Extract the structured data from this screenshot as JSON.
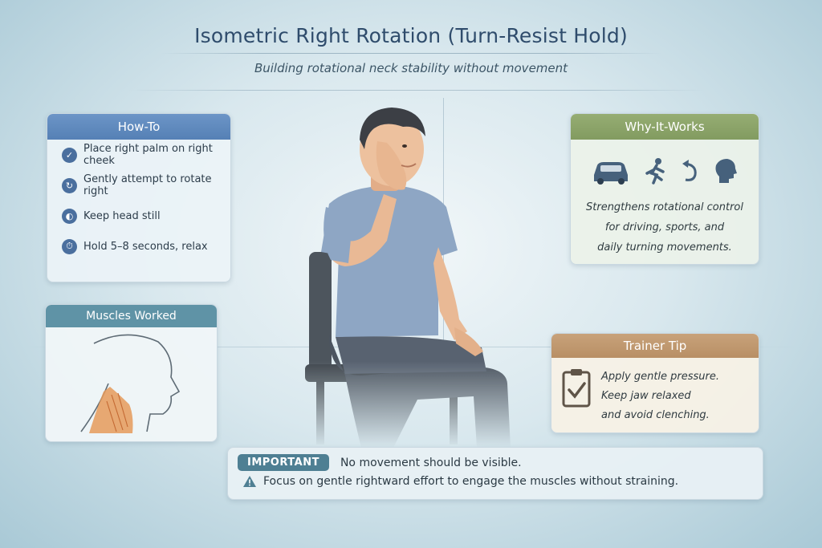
{
  "header": {
    "title": "Isometric Right Rotation (Turn-Resist Hold)",
    "subtitle": "Building rotational neck stability without movement"
  },
  "howto": {
    "title": "How-To",
    "steps": [
      {
        "icon": "check-icon",
        "text": "Place right palm on right cheek"
      },
      {
        "icon": "rotate-icon",
        "text": "Gently attempt to rotate right"
      },
      {
        "icon": "head-still-icon",
        "text": "Keep head still"
      },
      {
        "icon": "timer-icon",
        "text": "Hold 5–8 seconds, relax"
      }
    ]
  },
  "muscles": {
    "title": "Muscles Worked"
  },
  "why": {
    "title": "Why-It-Works",
    "icons": [
      "car-icon",
      "runner-icon",
      "rotate-arrow-icon",
      "head-profile-icon"
    ],
    "lines": [
      "Strengthens rotational control",
      "for driving, sports, and",
      "daily turning movements."
    ]
  },
  "tip": {
    "title": "Trainer Tip",
    "lines": [
      "Apply gentle pressure.",
      "Keep jaw relaxed",
      "and avoid clenching."
    ]
  },
  "important": {
    "badge": "IMPORTANT",
    "line1": "No movement should be visible.",
    "line2": "Focus on gentle rightward effort to engage the muscles without straining."
  },
  "colors": {
    "howto": "#5f88bc",
    "why": "#8da56a",
    "tip": "#c09a70",
    "muscles": "#5f93a6",
    "important": "#4e7f93"
  }
}
